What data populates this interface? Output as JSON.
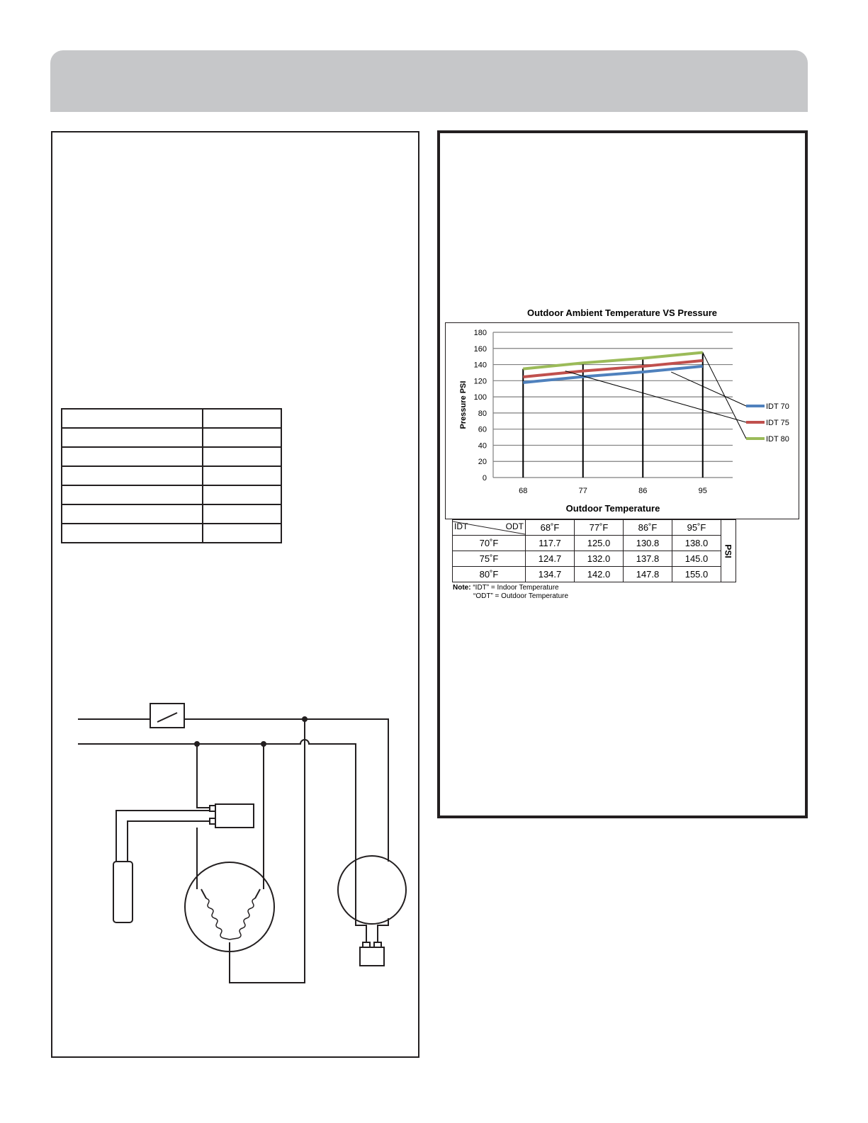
{
  "chart_data": {
    "type": "line",
    "title": "Outdoor Ambient Temperature VS Pressure",
    "xlabel": "Outdoor Temperature",
    "ylabel": "Pressure PSI",
    "categories": [
      "68",
      "77",
      "86",
      "95"
    ],
    "ylim": [
      0,
      180
    ],
    "yticks": [
      "0",
      "20",
      "40",
      "60",
      "80",
      "100",
      "120",
      "140",
      "160",
      "180"
    ],
    "grid": true,
    "legend_position": "right",
    "series": [
      {
        "name": "IDT 70",
        "color": "#4f81bd",
        "values": [
          117.7,
          125.0,
          130.8,
          138.0
        ]
      },
      {
        "name": "IDT 75",
        "color": "#c0504d",
        "values": [
          124.7,
          132.0,
          137.8,
          145.0
        ]
      },
      {
        "name": "IDT 80",
        "color": "#9bbb59",
        "values": [
          134.7,
          142.0,
          147.8,
          155.0
        ]
      }
    ]
  },
  "pressure_table": {
    "corner_left": "IDT",
    "corner_right": "ODT",
    "columns": [
      "68˚F",
      "77˚F",
      "86˚F",
      "95˚F"
    ],
    "unit_label": "PSI",
    "rows": [
      {
        "label": "70˚F",
        "values": [
          "117.7",
          "125.0",
          "130.8",
          "138.0"
        ]
      },
      {
        "label": "75˚F",
        "values": [
          "124.7",
          "132.0",
          "137.8",
          "145.0"
        ]
      },
      {
        "label": "80˚F",
        "values": [
          "134.7",
          "142.0",
          "147.8",
          "155.0"
        ]
      }
    ]
  },
  "note": {
    "label": "Note:",
    "line1": "“IDT” = Indoor Temperature",
    "line2": "“ODT” = Outdoor Temperature"
  },
  "colors": {
    "header": "#c6c7c9",
    "border": "#231f20"
  }
}
